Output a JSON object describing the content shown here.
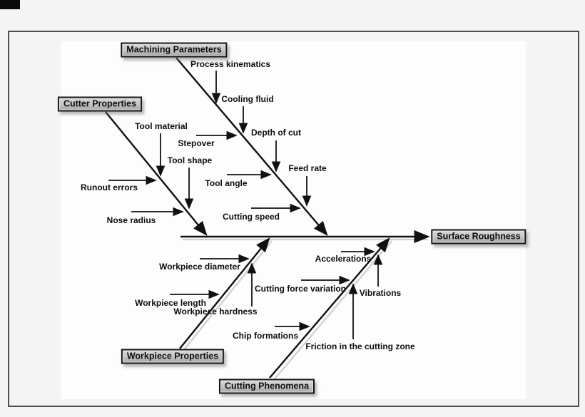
{
  "diagram_type": "fishbone",
  "effect": {
    "label": "Surface Roughness"
  },
  "categories": [
    {
      "label": "Machining Parameters",
      "causes": [
        "Process kinematics",
        "Cooling fluid",
        "Depth of cut",
        "Stepover",
        "Feed rate",
        "Tool angle",
        "Cutting speed"
      ]
    },
    {
      "label": "Cutter Properties",
      "causes": [
        "Tool material",
        "Tool shape",
        "Runout errors",
        "Nose radius"
      ]
    },
    {
      "label": "Workpiece Properties",
      "causes": [
        "Workpiece diameter",
        "Workpiece length",
        "Workpiece hardness"
      ]
    },
    {
      "label": "Cutting Phenomena",
      "causes": [
        "Accelerations",
        "Cutting force variation",
        "Vibrations",
        "Chip formations",
        "Friction in the cutting zone"
      ]
    }
  ],
  "colors": {
    "line": "#111111",
    "box_fill": "#c3c3c3",
    "box_border": "#141414",
    "canvas": "#fdfdfd",
    "background": "#f4f4f4"
  }
}
